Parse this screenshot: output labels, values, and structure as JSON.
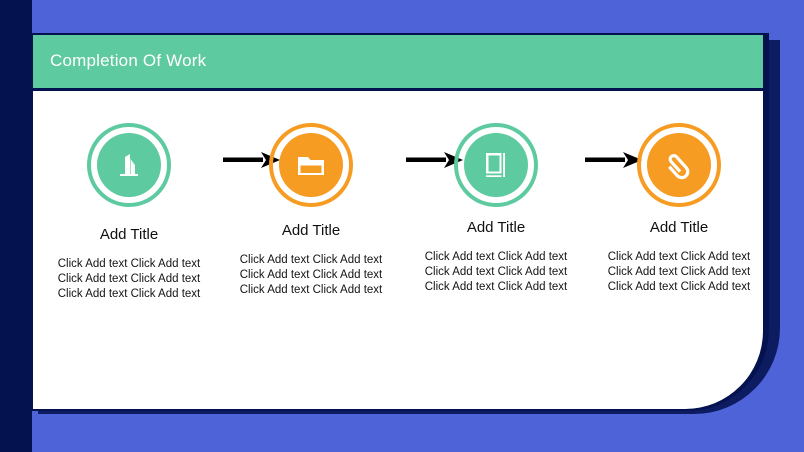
{
  "slide": {
    "background_color": "#4e63d8",
    "left_band_color": "#041350",
    "card_background": "#ffffff"
  },
  "header": {
    "title": "Completion Of Work",
    "background_color": "#5ecaa0",
    "text_color": "#ffffff"
  },
  "colors": {
    "teal": "#5ecaa0",
    "orange": "#f79c22",
    "navy": "#041350",
    "blue": "#4e63d8",
    "arrow": "#000000"
  },
  "steps": [
    {
      "icon": "building-icon",
      "icon_color": "#5ecaa0",
      "title": "Add Title",
      "body": "Click Add text Click Add text Click Add text Click Add text Click Add text Click Add text"
    },
    {
      "icon": "folder-icon",
      "icon_color": "#f79c22",
      "title": "Add Title",
      "body": "Click Add text Click Add text Click Add text Click Add text Click Add text Click Add text"
    },
    {
      "icon": "book-icon",
      "icon_color": "#5ecaa0",
      "title": "Add Title",
      "body": "Click Add text Click Add text Click Add text Click Add text Click Add text Click Add text"
    },
    {
      "icon": "paperclip-icon",
      "icon_color": "#f79c22",
      "title": "Add Title",
      "body": "Click Add text Click Add text Click Add text Click Add text Click Add text Click Add text"
    }
  ],
  "arrows": [
    {
      "name": "arrow-right-icon"
    },
    {
      "name": "arrow-right-icon"
    },
    {
      "name": "arrow-right-icon"
    }
  ]
}
